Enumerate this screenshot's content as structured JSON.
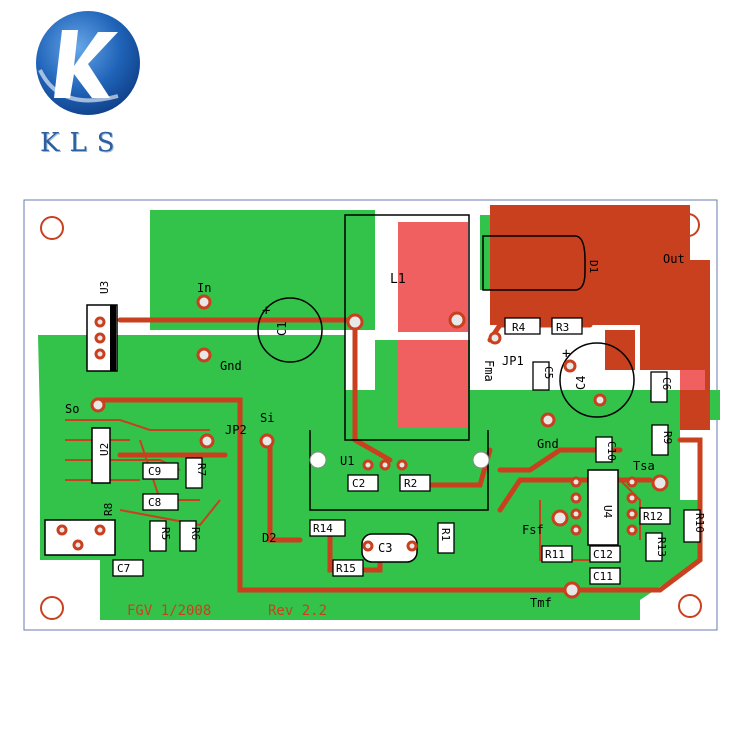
{
  "logo": {
    "text": "KLS",
    "letters": [
      "K",
      "L",
      "S"
    ],
    "colors": {
      "primary": "#1f63b8",
      "dark": "#0f3f86",
      "light": "#66a6e8"
    }
  },
  "colors": {
    "board_bg": "#ffffff",
    "copper_pour": "#33c24a",
    "trace": "#c9401f",
    "pad_red": "#f06060",
    "silk": "#000000",
    "outline": "#444444"
  },
  "board": {
    "footer_left": "FGV 1/2008",
    "footer_right": "Rev 2.2"
  },
  "components": {
    "L1": "L1",
    "C1": "C1",
    "U3": "U3",
    "U2": "U2",
    "U1": "U1",
    "U4": "U4",
    "D1": "D1",
    "D2": "D2",
    "JP1": "JP1",
    "JP2": "JP2",
    "R1": "R1",
    "R2": "R2",
    "R3": "R3",
    "R4": "R4",
    "R5": "R5",
    "R6": "R6",
    "R7": "R7",
    "R8": "R8",
    "R9": "R9",
    "R10": "R10",
    "R11": "R11",
    "R12": "R12",
    "R13": "R13",
    "R14": "R14",
    "R15": "R15",
    "C2": "C2",
    "C3": "C3",
    "C4": "C4",
    "C5": "C5",
    "C6": "C6",
    "C7": "C7",
    "C8": "C8",
    "C9": "C9",
    "C10": "C10",
    "C11": "C11",
    "C12": "C12"
  },
  "terminals": {
    "In": "In",
    "Gnd1": "Gnd",
    "Gnd2": "Gnd",
    "Out": "Out",
    "So": "So",
    "Si": "Si",
    "Fma": "Fma",
    "Fsf": "Fsf",
    "Tsa": "Tsa",
    "Tmf": "Tmf"
  }
}
